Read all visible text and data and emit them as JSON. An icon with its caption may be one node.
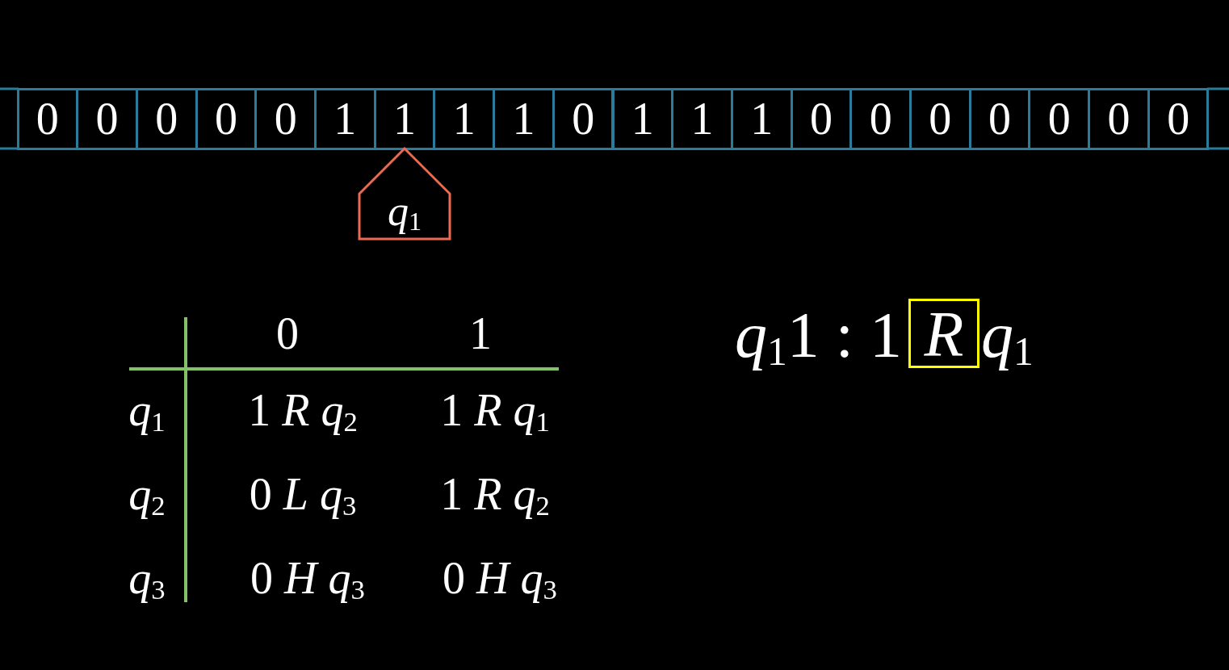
{
  "diagram": {
    "nodes": [
      {
        "text": [
          "0"
        ]
      },
      {
        "text": [
          "0"
        ]
      },
      {
        "text": [
          "0"
        ]
      },
      {
        "text": [
          "0"
        ]
      },
      {
        "text": [
          "0"
        ]
      },
      {
        "text": [
          "1"
        ]
      },
      {
        "text": [
          "1"
        ]
      },
      {
        "text": [
          "1"
        ]
      },
      {
        "text": [
          "1"
        ]
      },
      {
        "text": [
          "0"
        ]
      },
      {
        "text": [
          "1"
        ]
      },
      {
        "text": [
          "1"
        ]
      },
      {
        "text": [
          "1"
        ]
      },
      {
        "text": [
          "0"
        ]
      },
      {
        "text": [
          "0"
        ]
      },
      {
        "text": [
          "0"
        ]
      },
      {
        "text": [
          "0"
        ]
      },
      {
        "text": [
          "0"
        ]
      },
      {
        "text": [
          "0"
        ]
      },
      {
        "text": [
          "0"
        ]
      },
      {
        "text": [
          "*q*$_{1}$"
        ]
      },
      {
        "text": [
          "R"
        ]
      }
    ],
    "labels": [
      "0",
      "1",
      "*q*$_{1}$",
      "1 *R* *q*$_{2}$",
      "1 *R* *q*$_{1}$",
      "*q*$_{2}$",
      "0 *L* *q*$_{3}$",
      "1 *R* *q*$_{2}$",
      "*q*$_{3}$",
      "0 *H* *q*$_{3}$",
      "0 *H* *q*$_{3}$",
      "*q*$_{1}$1 : 1",
      "*q*$_{1}$"
    ]
  }
}
